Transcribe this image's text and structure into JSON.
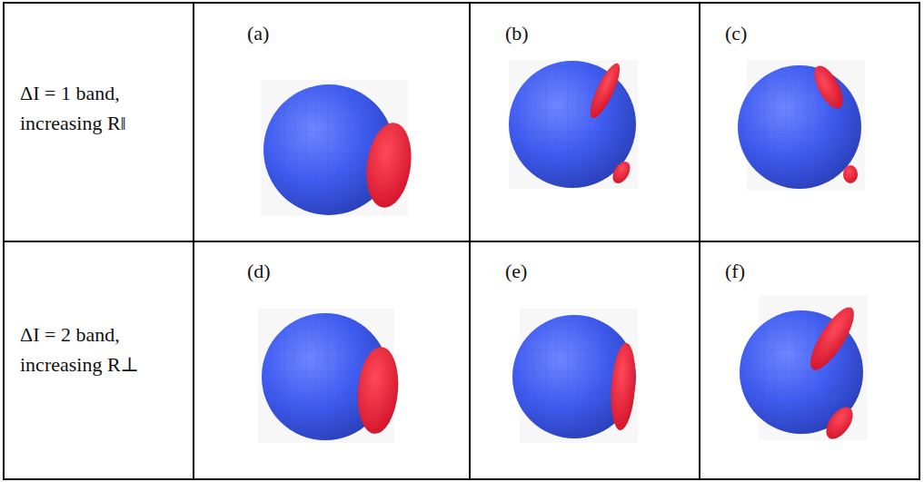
{
  "diagram": {
    "labels": [
      "ΔI = 1 band, increasing R‖",
      "(a)",
      "(b)",
      "(c)",
      "ΔI = 2 band, increasing R⊥",
      "(d)",
      "(e)",
      "(f)"
    ]
  }
}
